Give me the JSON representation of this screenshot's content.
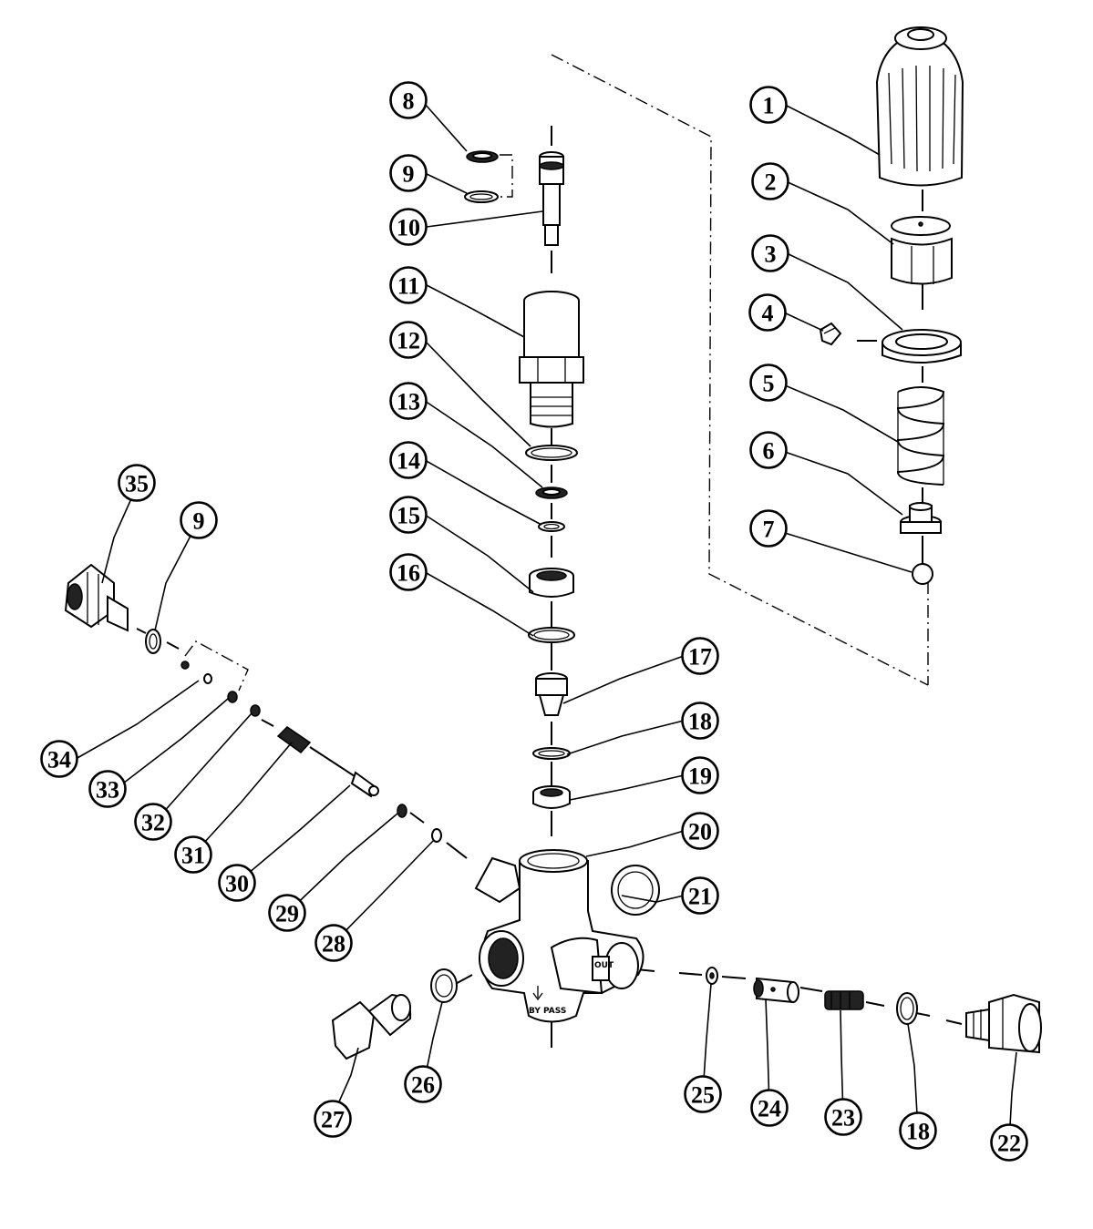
{
  "callouts": [
    {
      "label": "1"
    },
    {
      "label": "2"
    },
    {
      "label": "3"
    },
    {
      "label": "4"
    },
    {
      "label": "5"
    },
    {
      "label": "6"
    },
    {
      "label": "7"
    },
    {
      "label": "8"
    },
    {
      "label": "9"
    },
    {
      "label": "10"
    },
    {
      "label": "11"
    },
    {
      "label": "12"
    },
    {
      "label": "13"
    },
    {
      "label": "14"
    },
    {
      "label": "15"
    },
    {
      "label": "16"
    },
    {
      "label": "17"
    },
    {
      "label": "18"
    },
    {
      "label": "19"
    },
    {
      "label": "20"
    },
    {
      "label": "21"
    },
    {
      "label": "9"
    },
    {
      "label": "35"
    },
    {
      "label": "34"
    },
    {
      "label": "33"
    },
    {
      "label": "32"
    },
    {
      "label": "31"
    },
    {
      "label": "30"
    },
    {
      "label": "29"
    },
    {
      "label": "28"
    },
    {
      "label": "27"
    },
    {
      "label": "26"
    },
    {
      "label": "25"
    },
    {
      "label": "24"
    },
    {
      "label": "23"
    },
    {
      "label": "18"
    },
    {
      "label": "22"
    }
  ],
  "body_markings": {
    "out_label": "OUT",
    "bypass_label": "BY PASS"
  }
}
